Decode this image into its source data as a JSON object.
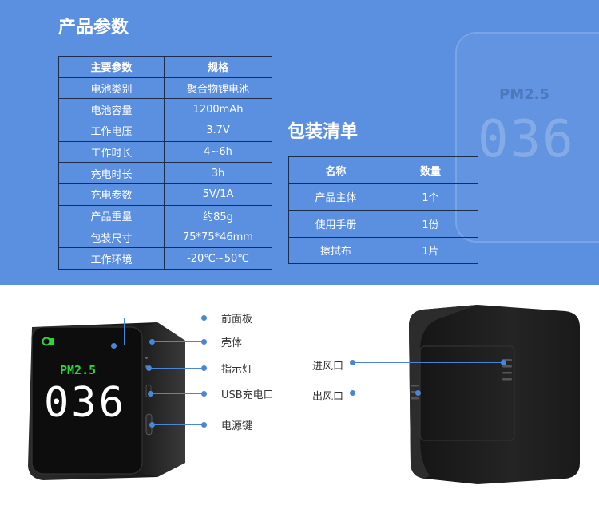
{
  "params_section": {
    "title": "产品参数",
    "header": [
      "主要参数",
      "规格"
    ],
    "rows": [
      [
        "电池类别",
        "聚合物锂电池"
      ],
      [
        "电池容量",
        "1200mAh"
      ],
      [
        "工作电压",
        "3.7V"
      ],
      [
        "工作时长",
        "4~6h"
      ],
      [
        "充电时长",
        "3h"
      ],
      [
        "充电参数",
        "5V/1A"
      ],
      [
        "产品重量",
        "约85g"
      ],
      [
        "包装尺寸",
        "75*75*46mm"
      ],
      [
        "工作环境",
        "-20℃~50℃"
      ]
    ]
  },
  "package_section": {
    "title": "包装清单",
    "header": [
      "名称",
      "数量"
    ],
    "rows": [
      [
        "产品主体",
        "1个"
      ],
      [
        "使用手册",
        "1份"
      ],
      [
        "擦拭布",
        "1片"
      ]
    ]
  },
  "device_display": {
    "pm_label": "PM2.5",
    "reading": "036"
  },
  "front_callouts": [
    "前面板",
    "壳体",
    "指示灯",
    "USB充电口",
    "电源键"
  ],
  "back_callouts": [
    "进风口",
    "出风口"
  ],
  "colors": {
    "band": "#5b8fe0",
    "table_border": "#1b2c4c",
    "callout": "#4a86d8",
    "display_green": "#2bd63a"
  }
}
